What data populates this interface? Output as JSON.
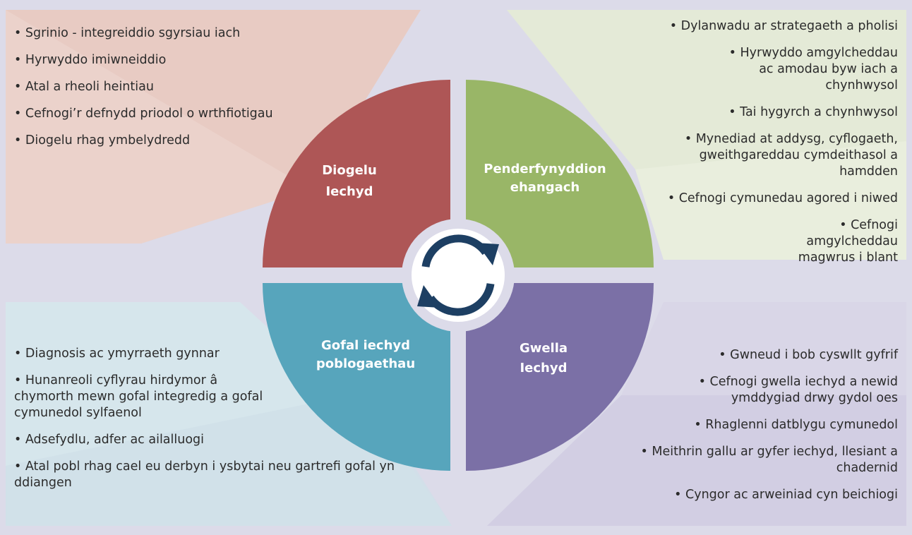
{
  "quadrants": {
    "top_left": {
      "title_line1": "Diogelu",
      "title_line2": "Iechyd",
      "color": "#ae5656",
      "background": "#e8cbc3",
      "items": [
        "• Sgrinio - integreiddio sgyrsiau iach",
        "• Hyrwyddo imiwneiddio",
        "• Atal a rheoli heintiau",
        "• Cefnogi’r defnydd priodol o wrthfiotigau",
        "• Diogelu rhag ymbelydredd"
      ]
    },
    "top_right": {
      "title_line1": "Penderfynyddion",
      "title_line2": "ehangach",
      "color": "#99b667",
      "background": "#e4ead7",
      "items": [
        "• Dylanwadu ar strategaeth a pholisi",
        "• Hyrwyddo amgylcheddau ac amodau byw iach a chynhwysol",
        "• Tai hygyrch a chynhwysol",
        "• Mynediad at addysg, cyflogaeth, gweithgareddau cymdeithasol a hamdden",
        "• Cefnogi cymunedau agored i niwed",
        "• Cefnogi amgylcheddau magwrus i blant"
      ]
    },
    "bottom_left": {
      "title_line1": "Gofal iechyd",
      "title_line2": "poblogaethau",
      "color": "#57a5bc",
      "background": "#d6e6ec",
      "items": [
        "• Diagnosis ac ymyrraeth gynnar",
        "• Hunanreoli cyflyrau hirdymor â chymorth mewn gofal integredig a gofal cymunedol sylfaenol",
        "• Adsefydlu, adfer ac ailalluogi",
        "• Atal pobl rhag cael eu derbyn i ysbytai neu gartrefi gofal yn ddiangen"
      ]
    },
    "bottom_right": {
      "title_line1": "Gwella",
      "title_line2": "Iechyd",
      "color": "#7b70a6",
      "background": "#d9d6e7",
      "items": [
        "• Gwneud i bob cyswllt gyfrif",
        "• Cefnogi gwella iechyd a newid ymddygiad drwy gydol oes",
        "• Rhaglenni datblygu cymunedol",
        "• Meithrin gallu ar gyfer iechyd, llesiant a chadernid",
        "• Cyngor ac arweiniad cyn beichiogi"
      ]
    }
  },
  "center_icon": "cycle-arrows-icon",
  "colors": {
    "page_background": "#dcdbe9",
    "center_arrows": "#1d3f63",
    "center_ring": "#c9cde0"
  }
}
